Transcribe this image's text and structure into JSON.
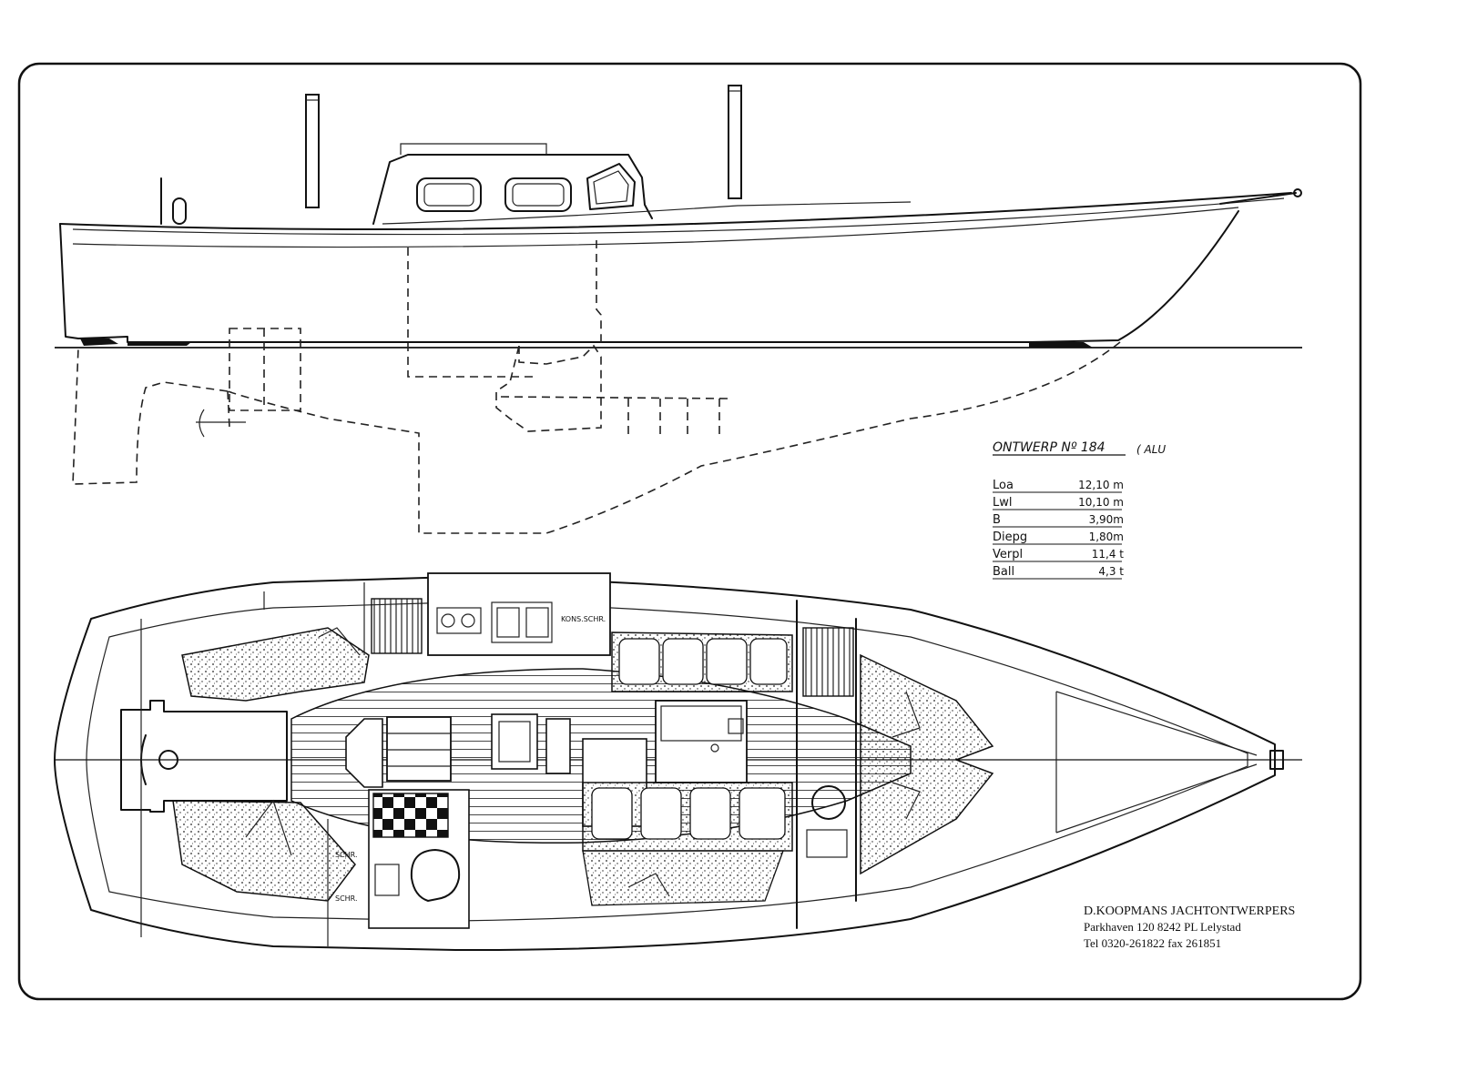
{
  "spec_block": {
    "title": "ONTWERP Nº 184",
    "note": "( ALU",
    "rows": [
      {
        "label": "Loa",
        "value": "12,10 m"
      },
      {
        "label": "Lwl",
        "value": "10,10 m"
      },
      {
        "label": "B",
        "value": "3,90m"
      },
      {
        "label": "Diepg",
        "value": "1,80m"
      },
      {
        "label": "Verpl",
        "value": "11,4 t"
      },
      {
        "label": "Ball",
        "value": "4,3 t"
      }
    ]
  },
  "designer": {
    "name": "D.KOOPMANS JACHTONTWERPERS",
    "address": "Parkhaven 120 8242 PL Lelystad",
    "phone": "Tel 0320-261822 fax 261851"
  },
  "plan_labels": {
    "galley_note": "KONS.SCHR.",
    "locker_left": "SCHR.",
    "locker_bottom": "SCHR."
  }
}
